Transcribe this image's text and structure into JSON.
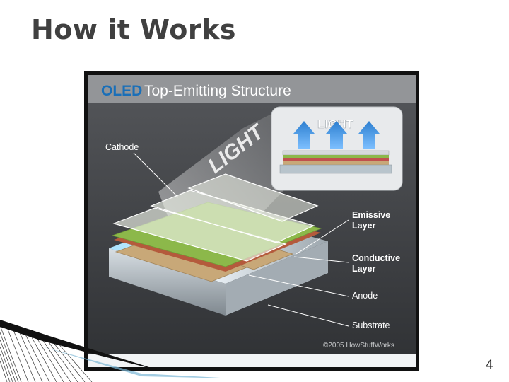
{
  "slide": {
    "title": "How it Works",
    "page_number": "4"
  },
  "figure": {
    "title_oled": "OLED",
    "title_rest": " Top-Emitting Structure",
    "light_beam_label": "LIGHT",
    "inset_light_label": "LIGHT",
    "labels": {
      "cathode": "Cathode",
      "emissive_line1": "Emissive",
      "emissive_line2": "Layer",
      "conductive_line1": "Conductive",
      "conductive_line2": "Layer",
      "anode": "Anode",
      "substrate": "Substrate"
    },
    "copyright": "©2005 HowStuffWorks",
    "colors": {
      "title_bar": "#939598",
      "title_accent": "#1a6fb8",
      "panel": "#4a4c50",
      "emissive": "#8cb84a",
      "anode": "#c8a878",
      "substrate": "#cfd6dc",
      "arrow_blue": "#4a9be0"
    }
  }
}
